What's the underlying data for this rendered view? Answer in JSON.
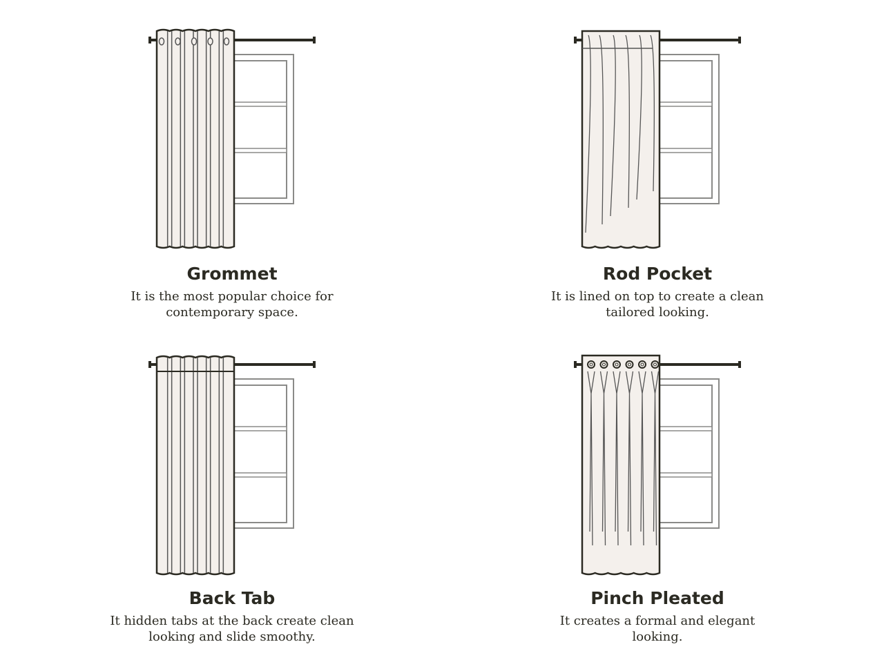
{
  "colors": {
    "ink": "#2b2a22",
    "fabric": "#f4f0ec",
    "window": "#8a8a88",
    "background": "#ffffff"
  },
  "panels": [
    {
      "type": "grommet",
      "title": "Grommet",
      "desc": [
        "It is the most popular choice for",
        "contemporary space."
      ]
    },
    {
      "type": "rod-pocket",
      "title": "Rod Pocket",
      "desc": [
        "It is lined on top to create a clean",
        "tailored looking."
      ]
    },
    {
      "type": "back-tab",
      "title": "Back Tab",
      "desc": [
        "It hidden tabs at the back create clean",
        "looking and slide smoothy."
      ]
    },
    {
      "type": "pinch-pleated",
      "title": "Pinch Pleated",
      "desc": [
        "It creates a formal and elegant",
        "looking."
      ]
    }
  ]
}
